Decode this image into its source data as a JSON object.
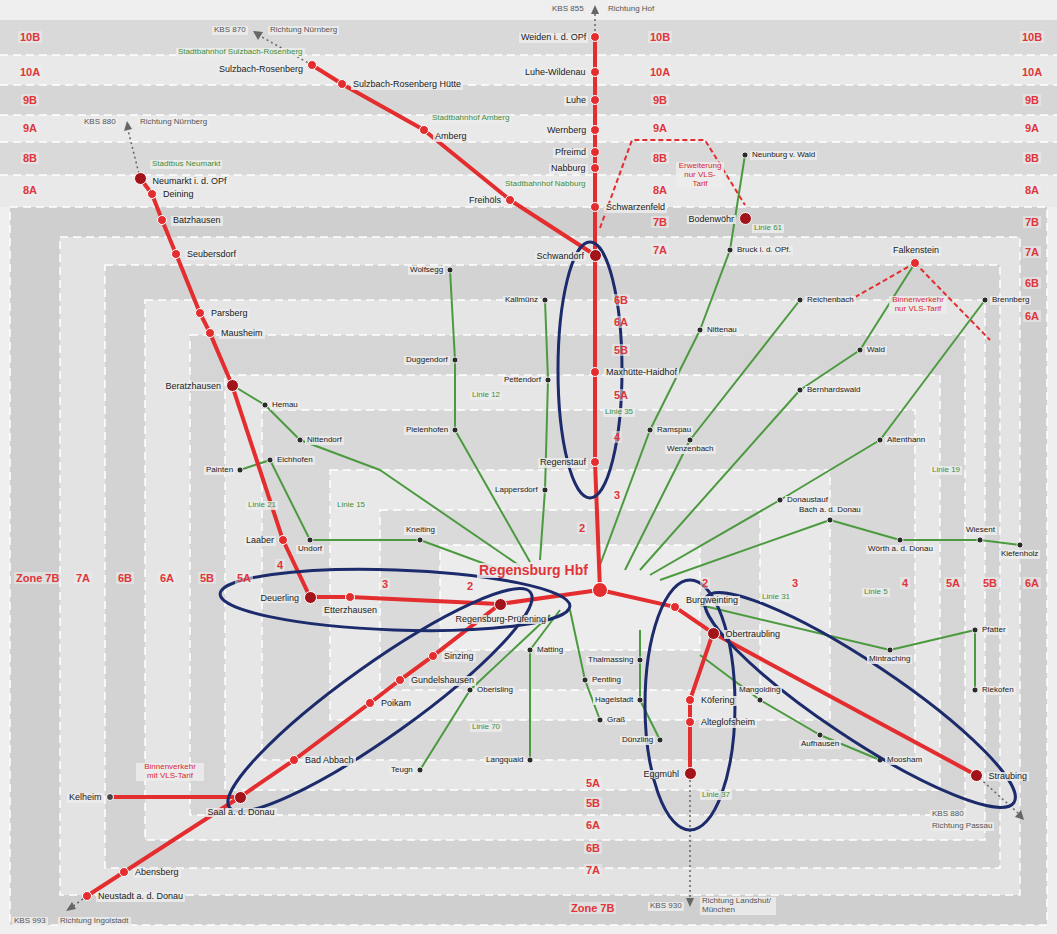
{
  "diagram": {
    "nodes": [
      {
        "text": [
          "Weiden i. d. OPf"
        ]
      },
      {
        "text": [
          "Luhe-Wildenau"
        ]
      },
      {
        "text": [
          "Luhe"
        ]
      },
      {
        "text": [
          "Wernberg"
        ]
      },
      {
        "text": [
          "Pfreimd"
        ]
      },
      {
        "text": [
          "Nabburg"
        ]
      },
      {
        "text": [
          "Schwarzenfeld"
        ]
      },
      {
        "text": [
          "Schwandorf"
        ]
      },
      {
        "text": [
          "Maxhütte-Haidhof"
        ]
      },
      {
        "text": [
          "Regenstauf"
        ]
      },
      {
        "text": [
          "Freihöls"
        ]
      },
      {
        "text": [
          "Amberg"
        ]
      },
      {
        "text": [
          "Sulzbach-Rosenberg Hütte"
        ]
      },
      {
        "text": [
          "Sulzbach-Rosenberg"
        ]
      },
      {
        "text": [
          "Regensburg Hbf"
        ]
      },
      {
        "text": [
          "Neumarkt i. d. OPf"
        ]
      },
      {
        "text": [
          "Deining"
        ]
      },
      {
        "text": [
          "Batzhausen"
        ]
      },
      {
        "text": [
          "Seubersdorf"
        ]
      },
      {
        "text": [
          "Parsberg"
        ]
      },
      {
        "text": [
          "Mausheim"
        ]
      },
      {
        "text": [
          "Beratzhausen"
        ]
      },
      {
        "text": [
          "Laaber"
        ]
      },
      {
        "text": [
          "Deuerling"
        ]
      },
      {
        "text": [
          "Etterzhausen"
        ]
      },
      {
        "text": [
          "Regensburg-Prüfening"
        ]
      },
      {
        "text": [
          "Sinzing"
        ]
      },
      {
        "text": [
          "Gundelshausen"
        ]
      },
      {
        "text": [
          "Poikam"
        ]
      },
      {
        "text": [
          "Bad Abbach"
        ]
      },
      {
        "text": [
          "Saal a. d. Donau"
        ]
      },
      {
        "text": [
          "Abensberg"
        ]
      },
      {
        "text": [
          "Neustadt a. d. Donau"
        ]
      },
      {
        "text": [
          "Kelheim"
        ]
      },
      {
        "text": [
          "Burgweinting"
        ]
      },
      {
        "text": [
          "Obertraubling"
        ]
      },
      {
        "text": [
          "Köfering"
        ]
      },
      {
        "text": [
          "Alteglofsheim"
        ]
      },
      {
        "text": [
          "Eggmühl"
        ]
      },
      {
        "text": [
          "Straubing"
        ]
      },
      {
        "text": [
          "Bodenwöhr"
        ]
      },
      {
        "text": [
          "Falkenstein"
        ]
      }
    ],
    "edges": [
      {
        "from": 0,
        "to": 1,
        "arrow": "none"
      },
      {
        "from": 1,
        "to": 2,
        "arrow": "none"
      },
      {
        "from": 2,
        "to": 3,
        "arrow": "none"
      },
      {
        "from": 3,
        "to": 4,
        "arrow": "none"
      },
      {
        "from": 4,
        "to": 5,
        "arrow": "none"
      },
      {
        "from": 5,
        "to": 6,
        "arrow": "none"
      },
      {
        "from": 6,
        "to": 7,
        "arrow": "none"
      },
      {
        "from": 7,
        "to": 8,
        "arrow": "none"
      },
      {
        "from": 8,
        "to": 9,
        "arrow": "none"
      },
      {
        "from": 9,
        "to": 14,
        "arrow": "none"
      },
      {
        "from": 7,
        "to": 10,
        "arrow": "none"
      },
      {
        "from": 10,
        "to": 11,
        "arrow": "none"
      },
      {
        "from": 11,
        "to": 12,
        "arrow": "none"
      },
      {
        "from": 12,
        "to": 13,
        "arrow": "none"
      },
      {
        "from": 15,
        "to": 16,
        "arrow": "none"
      },
      {
        "from": 16,
        "to": 17,
        "arrow": "none"
      },
      {
        "from": 17,
        "to": 18,
        "arrow": "none"
      },
      {
        "from": 18,
        "to": 19,
        "arrow": "none"
      },
      {
        "from": 19,
        "to": 20,
        "arrow": "none"
      },
      {
        "from": 20,
        "to": 21,
        "arrow": "none"
      },
      {
        "from": 21,
        "to": 22,
        "arrow": "none"
      },
      {
        "from": 22,
        "to": 23,
        "arrow": "none"
      },
      {
        "from": 23,
        "to": 24,
        "arrow": "none"
      },
      {
        "from": 24,
        "to": 25,
        "arrow": "none"
      },
      {
        "from": 25,
        "to": 14,
        "arrow": "none"
      },
      {
        "from": 25,
        "to": 26,
        "arrow": "none"
      },
      {
        "from": 26,
        "to": 27,
        "arrow": "none"
      },
      {
        "from": 27,
        "to": 28,
        "arrow": "none"
      },
      {
        "from": 28,
        "to": 29,
        "arrow": "none"
      },
      {
        "from": 29,
        "to": 30,
        "arrow": "none"
      },
      {
        "from": 30,
        "to": 31,
        "arrow": "none"
      },
      {
        "from": 31,
        "to": 32,
        "arrow": "none"
      },
      {
        "from": 30,
        "to": 33,
        "arrow": "none"
      },
      {
        "from": 14,
        "to": 34,
        "arrow": "none"
      },
      {
        "from": 34,
        "to": 35,
        "arrow": "none"
      },
      {
        "from": 35,
        "to": 36,
        "arrow": "none"
      },
      {
        "from": 36,
        "to": 37,
        "arrow": "none"
      },
      {
        "from": 37,
        "to": 38,
        "arrow": "none"
      },
      {
        "from": 35,
        "to": 39,
        "arrow": "none"
      }
    ],
    "labels": [
      "10B",
      "10A",
      "9B",
      "9A",
      "8B",
      "8A",
      "10B",
      "10A",
      "9B",
      "9A",
      "8B",
      "8A",
      "7B",
      "7A",
      "6B",
      "6A",
      "10B",
      "10A",
      "9B",
      "9A",
      "8B",
      "8A",
      "7B",
      "7A",
      "6B",
      "6A",
      "5B",
      "5A",
      "4",
      "3",
      "2",
      "Zone 7B",
      "7A",
      "6B",
      "6A",
      "5B",
      "5A",
      "4",
      "3",
      "2",
      "2",
      "3",
      "4",
      "5A",
      "5B",
      "6A",
      "5A",
      "5B",
      "6A",
      "6B",
      "7A",
      "Zone 7B",
      "KBS 855",
      "Richtung Hof",
      "KBS 870",
      "Richtung Nürnberg",
      "KBS 880",
      "Richtung Nürnberg",
      "KBS 993",
      "Richtung Ingolstadt",
      "KBS 930",
      "Richtung Landshut/ München",
      "KBS 880",
      "Richtung Passau",
      "Erweiterung nur VLS-Tarif",
      "Binnenverkehr nur VLS-Tarif",
      "Binnenverkehr mit VLS-Tarif",
      "Stadtbahnhof Sulzbach-Rosenberg",
      "Stadtbahnhof Amberg",
      "Stadtbahnhof Nabburg",
      "Stadtbus Neumarkt",
      "Linie 61",
      "Linie 35",
      "Linie 12",
      "Linie 15",
      "Linie 5",
      "Linie 19",
      "Linie 31",
      "Linie 70",
      "Linie 37",
      "Linie 21",
      "Kallmünz",
      "Pettendorf",
      "Lappersdorf",
      "Wolfsegg",
      "Duggendorf",
      "Pielenhofen",
      "Hemau",
      "Nittendorf",
      "Eichhofen",
      "Painten",
      "Undorf",
      "Kneiting",
      "Neunburg v. Wald",
      "Bruck i. d. OPf.",
      "Nittenau",
      "Ramspau",
      "Reichenbach",
      "Bernhardswald",
      "Wald",
      "Brennberg",
      "Altenthann",
      "Wenzenbach",
      "Donaustauf",
      "Bach a. d. Donau",
      "Wörth a. d. Donau",
      "Wiesent",
      "Kiefenholz",
      "Pfatter",
      "Riekofen",
      "Mintraching",
      "Mangolding",
      "Aufhausen",
      "Moosham",
      "Thalmassing",
      "Hagelstadt",
      "Dünzling",
      "Pentling",
      "Graß",
      "Matting",
      "Langquaid",
      "Oberisling",
      "Teugn"
    ]
  }
}
